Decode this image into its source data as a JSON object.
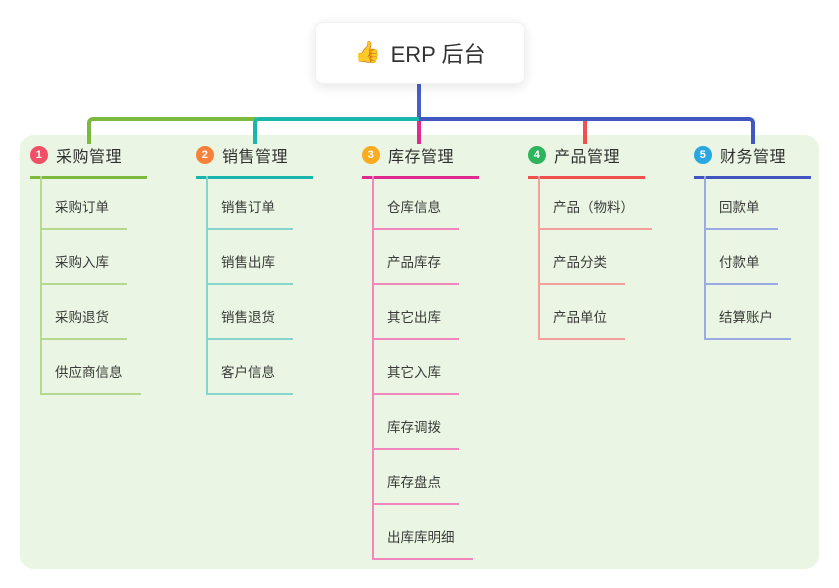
{
  "root": {
    "label": "ERP 后台",
    "icon": "👍",
    "line_color": "#4a5fc6"
  },
  "panel": {
    "background": "#eaf6e3"
  },
  "branches": [
    {
      "num": "1",
      "label": "采购管理",
      "badge_color": "#ef5068",
      "line_color": "#7cb93f",
      "child_line_color": "#b5d98e",
      "children": [
        "采购订单",
        "采购入库",
        "采购退货",
        "供应商信息"
      ]
    },
    {
      "num": "2",
      "label": "销售管理",
      "badge_color": "#f8823c",
      "line_color": "#19b6ab",
      "child_line_color": "#84d5cc",
      "children": [
        "销售订单",
        "销售出库",
        "销售退货",
        "客户信息"
      ]
    },
    {
      "num": "3",
      "label": "库存管理",
      "badge_color": "#fbab1f",
      "line_color": "#e02a8e",
      "child_line_color": "#f287bd",
      "children": [
        "仓库信息",
        "产品库存",
        "其它出库",
        "其它入库",
        "库存调拨",
        "库存盘点",
        "出库库明细"
      ]
    },
    {
      "num": "4",
      "label": "产品管理",
      "badge_color": "#2db45c",
      "line_color": "#f0504e",
      "child_line_color": "#f5a09c",
      "children": [
        "产品（物料）",
        "产品分类",
        "产品单位"
      ]
    },
    {
      "num": "5",
      "label": "财务管理",
      "badge_color": "#2aa7e0",
      "line_color": "#4156c1",
      "child_line_color": "#9aabe4",
      "children": [
        "回款单",
        "付款单",
        "结算账户"
      ]
    }
  ]
}
